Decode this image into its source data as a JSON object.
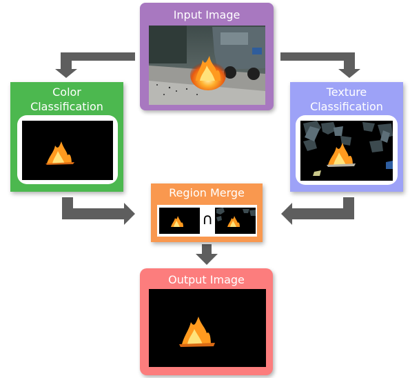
{
  "nodes": {
    "input": {
      "label": "Input Image",
      "color": "#a878c0"
    },
    "color_classification": {
      "label": "Color\nClassification",
      "color": "#4cb84f"
    },
    "texture_classification": {
      "label": "Texture\nClassification",
      "color": "#9da2f7"
    },
    "region_merge": {
      "label": "Region Merge",
      "color": "#f9984f",
      "operator": "∩"
    },
    "output": {
      "label": "Output Image",
      "color": "#fc7d7d"
    }
  },
  "arrow_color": "#5e5e5e",
  "edges": [
    {
      "from": "input",
      "to": "color_classification"
    },
    {
      "from": "input",
      "to": "texture_classification"
    },
    {
      "from": "color_classification",
      "to": "region_merge"
    },
    {
      "from": "texture_classification",
      "to": "region_merge"
    },
    {
      "from": "region_merge",
      "to": "output"
    }
  ]
}
